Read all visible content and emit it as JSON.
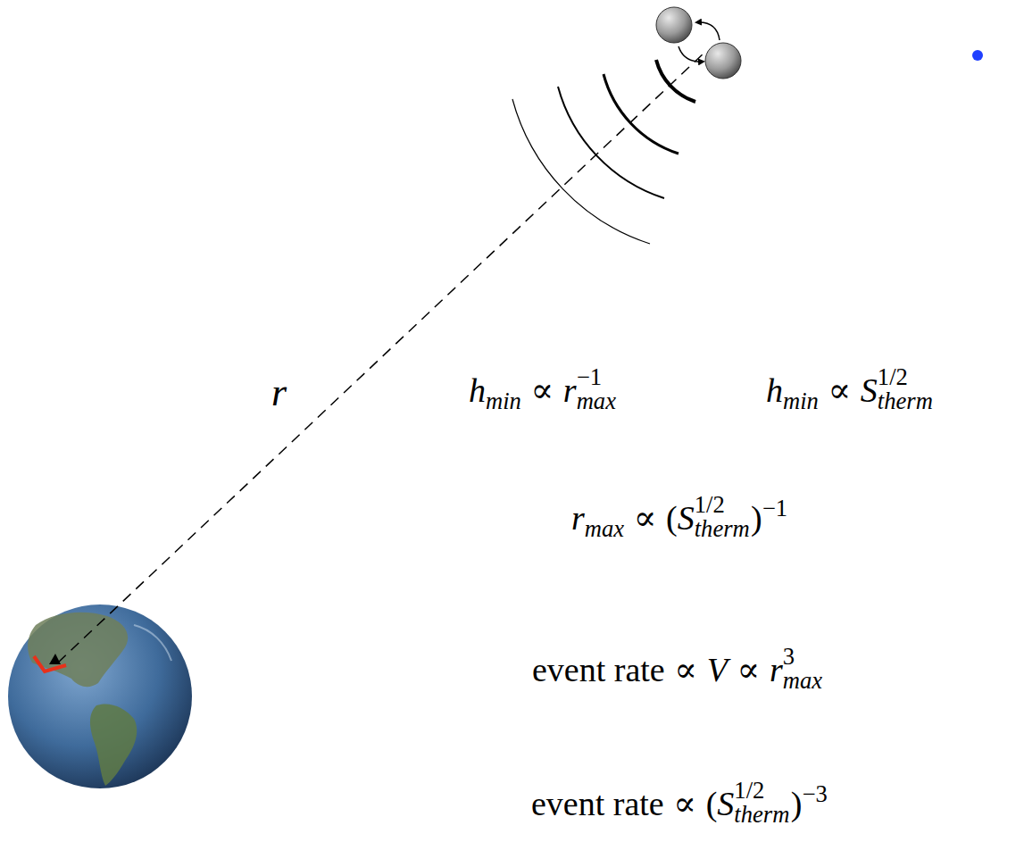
{
  "diagram": {
    "labels": [
      "r",
      "h",
      "min",
      "∝",
      "r",
      "−1",
      "max",
      "h",
      "min",
      "∝",
      "S",
      "1/2",
      "therm",
      "r",
      "max",
      "∝",
      "(",
      "S",
      "1/2",
      "therm",
      ")",
      "−1",
      "event rate",
      "∝",
      "V",
      "∝",
      "r",
      "3",
      "max",
      "event rate",
      "∝",
      "(",
      "S",
      "1/2",
      "therm",
      ")",
      "−3"
    ]
  }
}
